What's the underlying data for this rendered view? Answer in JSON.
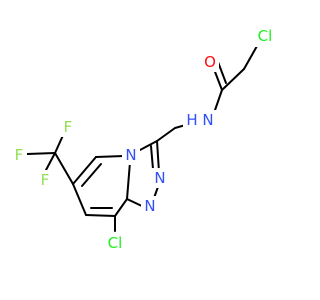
{
  "colors": {
    "background": "#ffffff",
    "bond": "#000000",
    "carbon": "#000000",
    "nitrogen": "#3050F8",
    "oxygen": "#FF0D0D",
    "chlorine": "#1FF01F",
    "fluorine": "#90E050"
  },
  "atoms": {
    "cl_top": {
      "text": "Cl",
      "element": "chlorine"
    },
    "o": {
      "text": "O",
      "element": "oxygen"
    },
    "n_amide": {
      "text": "N",
      "element": "nitrogen"
    },
    "h_amide": {
      "text": "H",
      "element": "nitrogen"
    },
    "n_bridge": {
      "text": "N",
      "element": "nitrogen"
    },
    "n_ring_upper": {
      "text": "N",
      "element": "nitrogen"
    },
    "n_ring_lower": {
      "text": "N",
      "element": "nitrogen"
    },
    "cl_bottom": {
      "text": "Cl",
      "element": "chlorine"
    },
    "f_top": {
      "text": "F",
      "element": "fluorine"
    },
    "f_left": {
      "text": "F",
      "element": "fluorine"
    },
    "f_lower": {
      "text": "F",
      "element": "fluorine"
    }
  }
}
